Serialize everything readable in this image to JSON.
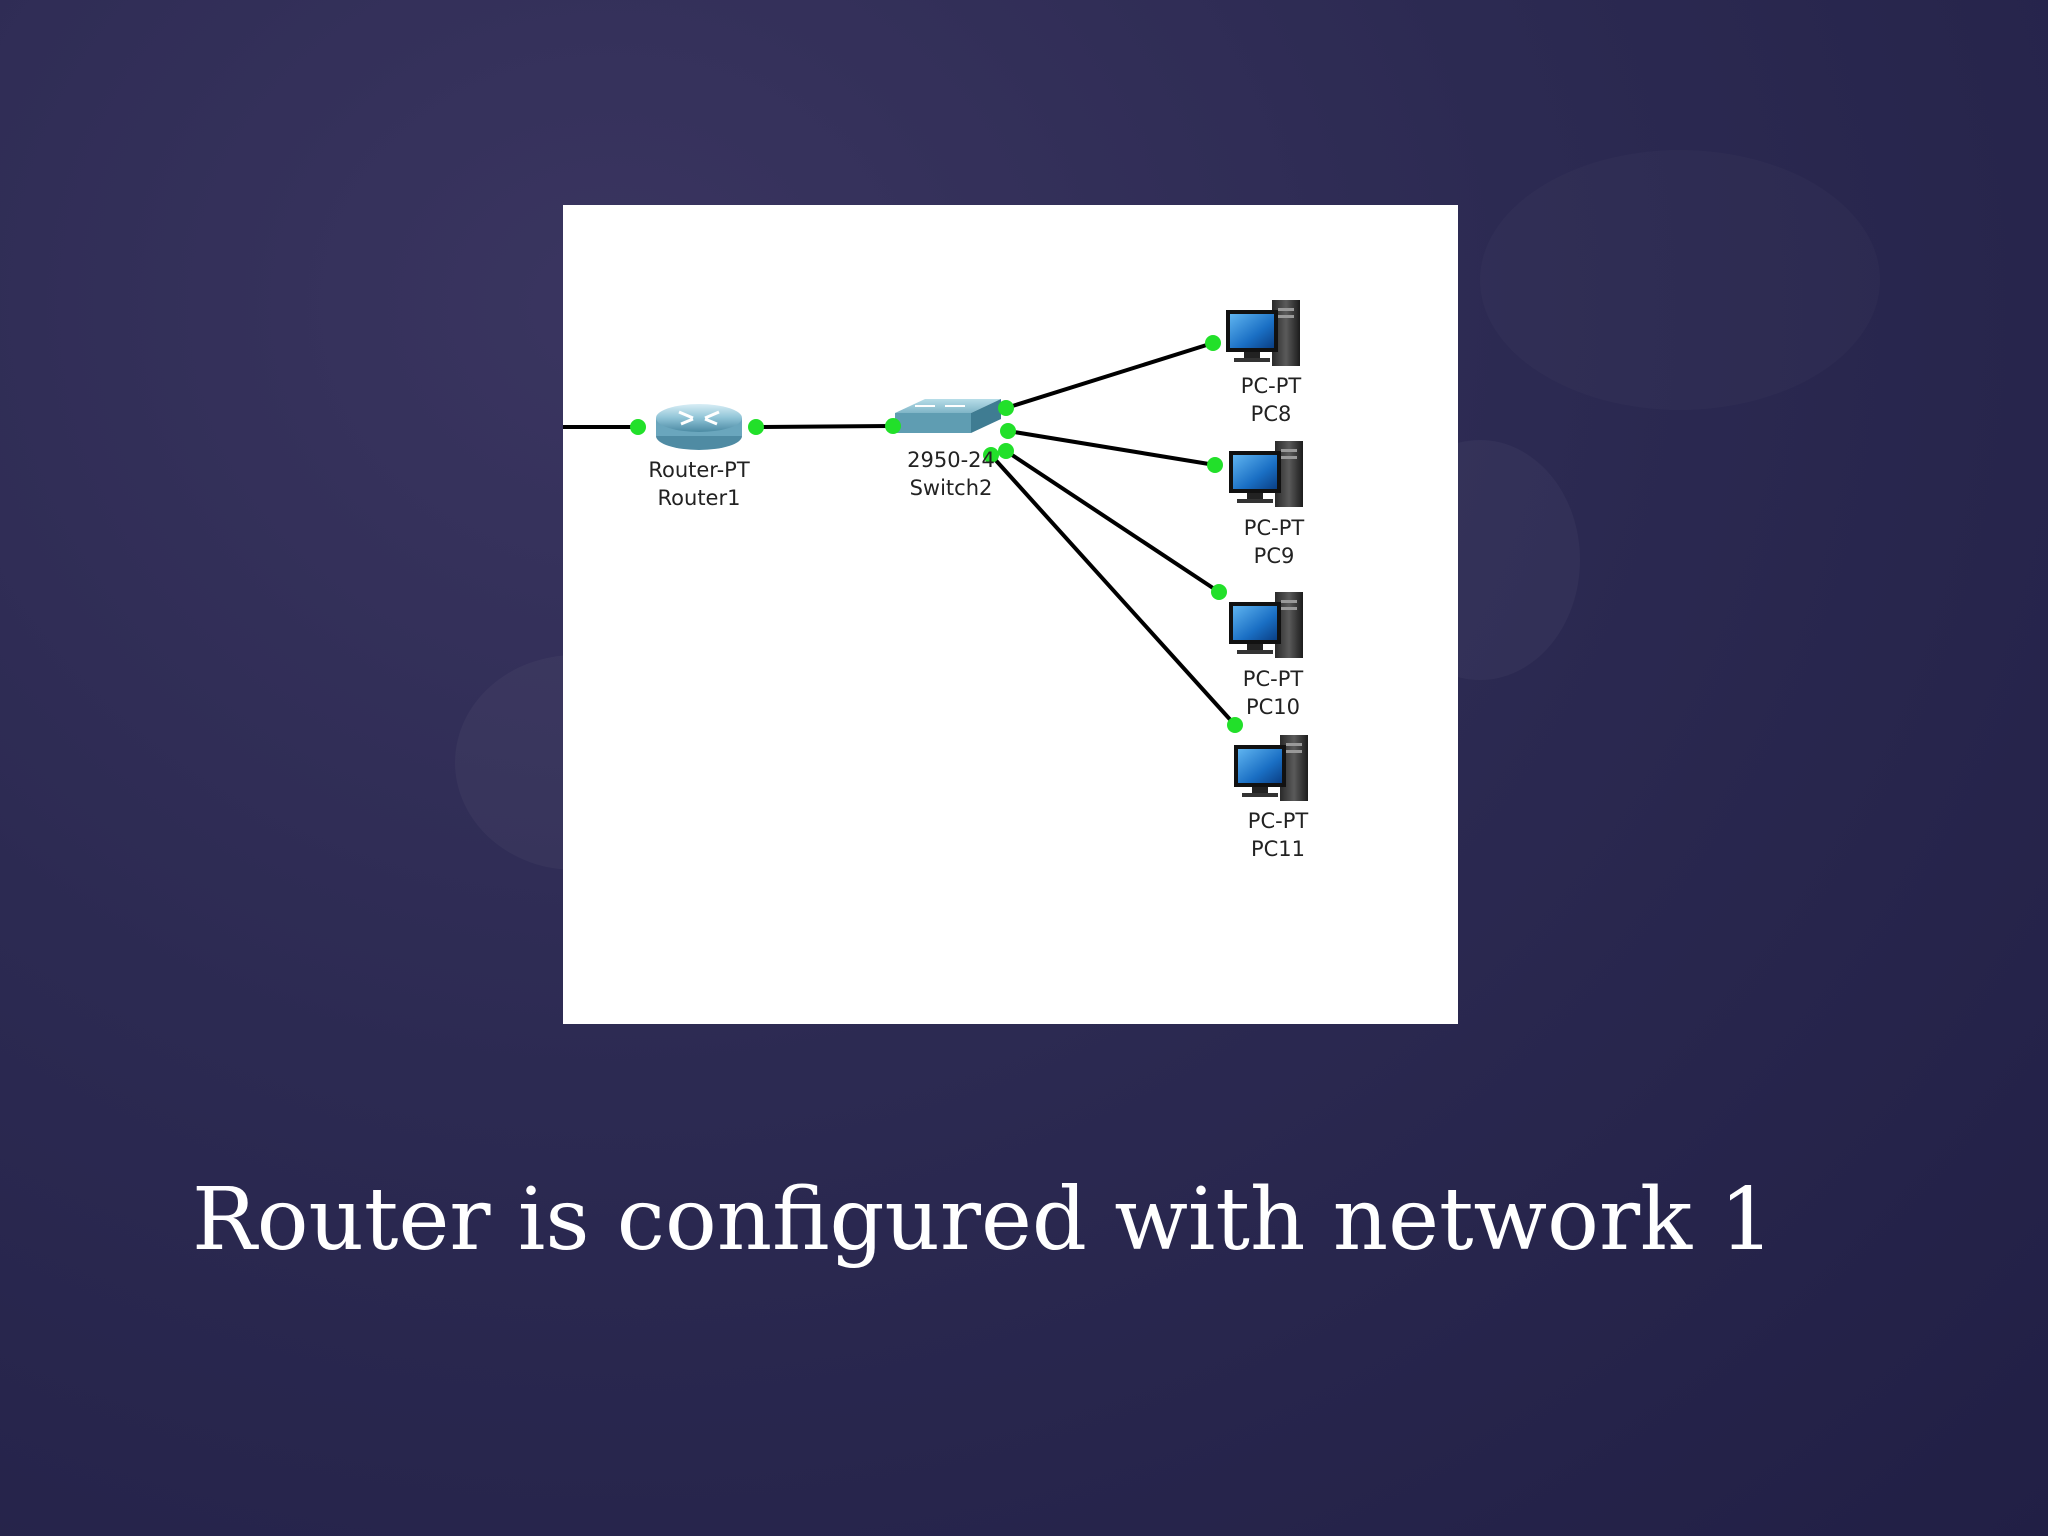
{
  "slide": {
    "title": "Router is configured with network 1"
  },
  "diagram": {
    "router": {
      "type_label": "Router-PT",
      "name_label": "Router1"
    },
    "switch": {
      "type_label": "2950-24",
      "name_label": "Switch2"
    },
    "pcs": [
      {
        "type_label": "PC-PT",
        "name_label": "PC8"
      },
      {
        "type_label": "PC-PT",
        "name_label": "PC9"
      },
      {
        "type_label": "PC-PT",
        "name_label": "PC10"
      },
      {
        "type_label": "PC-PT",
        "name_label": "PC11"
      }
    ],
    "link_status_color": "#22e02a",
    "cable_color": "#000000"
  }
}
